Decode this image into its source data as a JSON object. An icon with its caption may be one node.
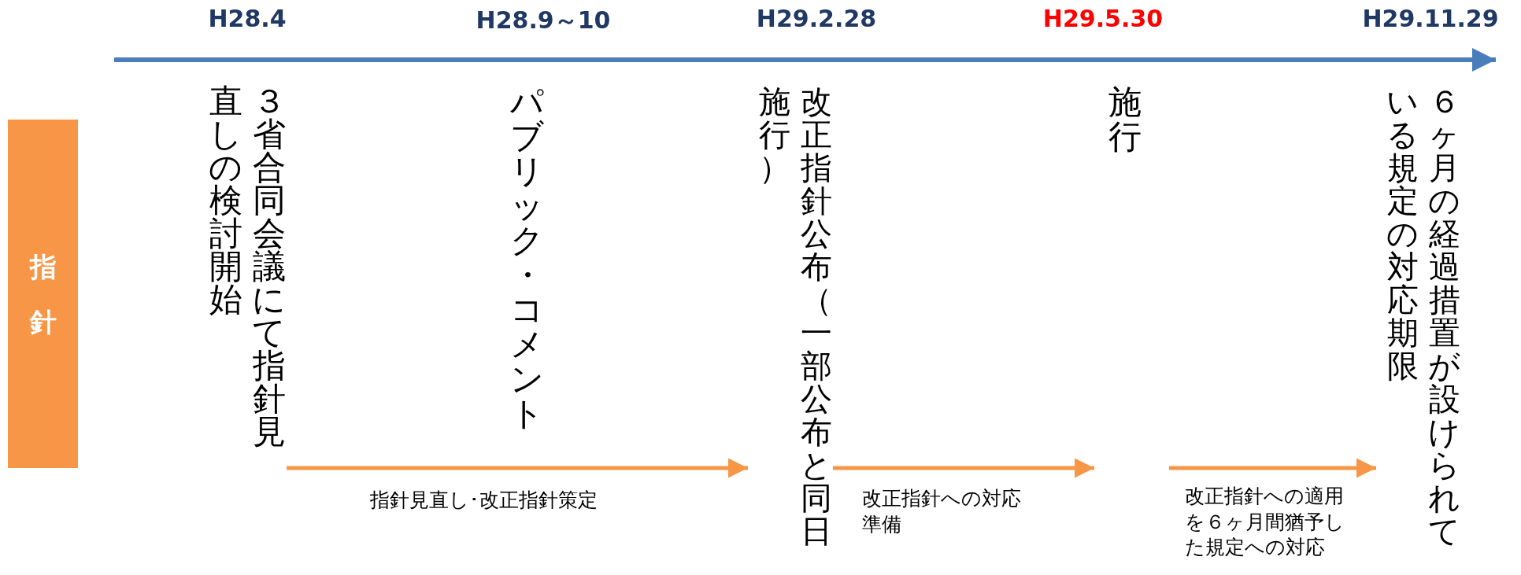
{
  "diagram": {
    "nodes": [
      {
        "text": [
          "指針"
        ]
      },
      {
        "text": [
          "３省合同会議にて指針見直しの検討開始"
        ]
      },
      {
        "text": [
          "パブリック・コメント"
        ]
      },
      {
        "text": [
          "改正指針公布（一部公布と同日施行）"
        ]
      },
      {
        "text": [
          "施行"
        ]
      },
      {
        "text": [
          "６ヶ月の経過措置が設けられている規定の対応期限"
        ]
      }
    ],
    "edges": [
      {
        "from": 1,
        "to": 3,
        "arrow": "to",
        "label": "指針見直し･改正指針策定"
      },
      {
        "from": 3,
        "to": null,
        "arrow": "to",
        "label": "改正指針への対応準備"
      },
      {
        "from": null,
        "to": 5,
        "arrow": "to",
        "label": "改正指針への適用を６ヶ月間猶予した規定への対応"
      }
    ],
    "labels": [
      "H28.4",
      "H28.9～10",
      "H29.2.28",
      "H29.5.30",
      "H29.11.29"
    ]
  }
}
